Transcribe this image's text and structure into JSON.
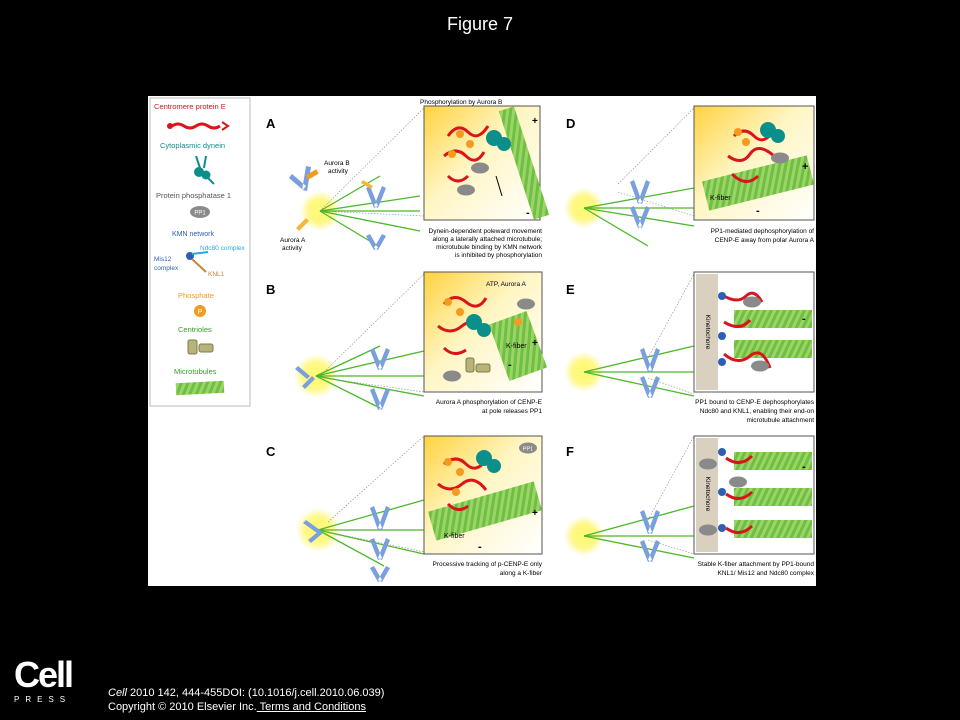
{
  "title": "Figure 7",
  "legend": {
    "cenpe": "Centromere protein E",
    "dynein": "Cytoplasmic dynein",
    "pp1_title": "Protein phosphatase 1",
    "pp1_badge": "PP1",
    "kmn": "KMN network",
    "ndc80": "Ndc80 complex",
    "mis12_1": "Mis12",
    "mis12_2": "complex",
    "knl1": "KNL1",
    "phosphate": "Phosphate",
    "phosphate_badge": "P",
    "centrioles": "Centrioles",
    "microtubules": "Microtubules"
  },
  "panels": {
    "A": {
      "letter": "A",
      "header": "Phosphorylation by Aurora B",
      "aurora_b_1": "Aurora B",
      "aurora_b_2": "activity",
      "aurora_a_1": "Aurora A",
      "aurora_a_2": "activity",
      "caption": [
        "Dynein-dependent poleward movement",
        "along a laterally attached microtubule;",
        "microtubule binding by KMN network",
        "is inhibited by phosphorylation"
      ]
    },
    "B": {
      "letter": "B",
      "atp": "ATP, Aurora A",
      "kfiber": "K-fiber",
      "caption": [
        "Aurora A phosphorylation of CENP-E",
        "at pole releases PP1"
      ]
    },
    "C": {
      "letter": "C",
      "kfiber": "K-fiber",
      "caption": [
        "Processive tracking of p-CENP-E only",
        "along a K-fiber"
      ]
    },
    "D": {
      "letter": "D",
      "kfiber": "K-fiber",
      "caption": [
        "PP1-mediated dephosphorylation of",
        "CENP-E away from polar Aurora A"
      ]
    },
    "E": {
      "letter": "E",
      "kinetochore": "Kinetochore",
      "caption": [
        "PP1 bound to CENP-E dephosphorylates",
        "Ndc80 and KNL1, enabling their end-on",
        "microtubule attachment"
      ]
    },
    "F": {
      "letter": "F",
      "kinetochore": "Kinetochore",
      "caption": [
        "Stable K-fiber attachment by PP1-bound",
        "KNL1/ Mis12 and Ndc80 complex"
      ]
    }
  },
  "marks": {
    "plus": "+",
    "minus": "-"
  },
  "footer": {
    "logo_text": "Cell",
    "logo_sub": "PRESS",
    "journal": "Cell",
    "citation": " 2010 142, 444-455DOI: (10.1016/j.cell.2010.06.039)",
    "copyright": "Copyright © 2010 Elsevier Inc.",
    "terms": " Terms and Conditions"
  },
  "colors": {
    "cenpe": "#d9141b",
    "dynein": "#0c8f8a",
    "kmn_blue": "#2d5fb4",
    "ndc80": "#29a8e0",
    "knl1": "#c9843c",
    "phosphate": "#f39a1f",
    "pp1": "#8a8a8a",
    "microtubule": "#7ec850",
    "chromosome": "#7a9fde",
    "aster": "#fff33a"
  }
}
